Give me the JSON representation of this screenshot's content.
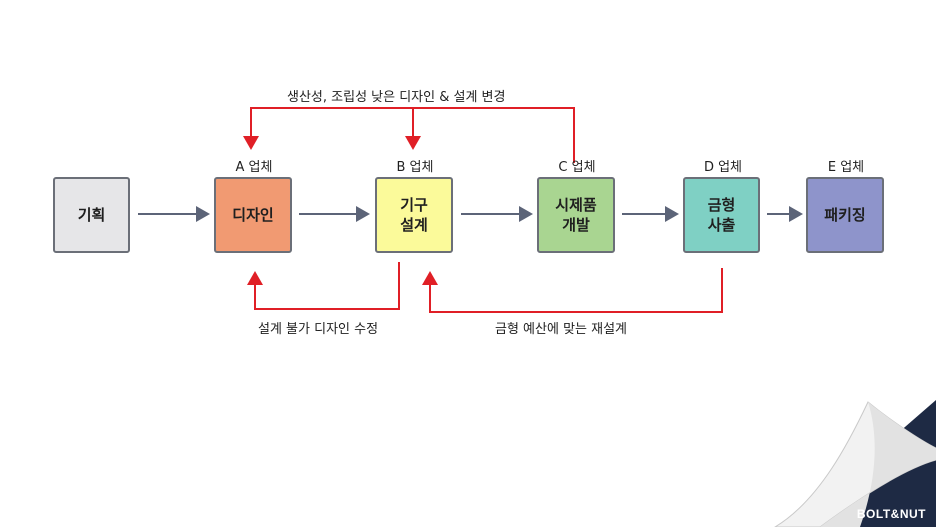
{
  "feedback": {
    "top": "생산성, 조립성 낮은 디자인 & 설계 변경",
    "bottom_left": "설계 불가 디자인 수정",
    "bottom_right": "금형 예산에 맞는 재설계"
  },
  "steps": [
    {
      "vendor": "",
      "lines": [
        "기획"
      ],
      "color": "#e6e6e8"
    },
    {
      "vendor": "A 업체",
      "lines": [
        "디자인"
      ],
      "color": "#f19a72"
    },
    {
      "vendor": "B 업체",
      "lines": [
        "기구",
        "설계"
      ],
      "color": "#fbfa9a"
    },
    {
      "vendor": "C 업체",
      "lines": [
        "시제품",
        "개발"
      ],
      "color": "#a9d591"
    },
    {
      "vendor": "D 업체",
      "lines": [
        "금형",
        "사출"
      ],
      "color": "#7fd0c4"
    },
    {
      "vendor": "E 업체",
      "lines": [
        "패키징"
      ],
      "color": "#8e94cb"
    }
  ],
  "colors": {
    "flow_arrow": "#5c6478",
    "feedback_arrow": "#e01f26",
    "corner": "#1e2a44"
  },
  "brand": "BOLT&NUT"
}
